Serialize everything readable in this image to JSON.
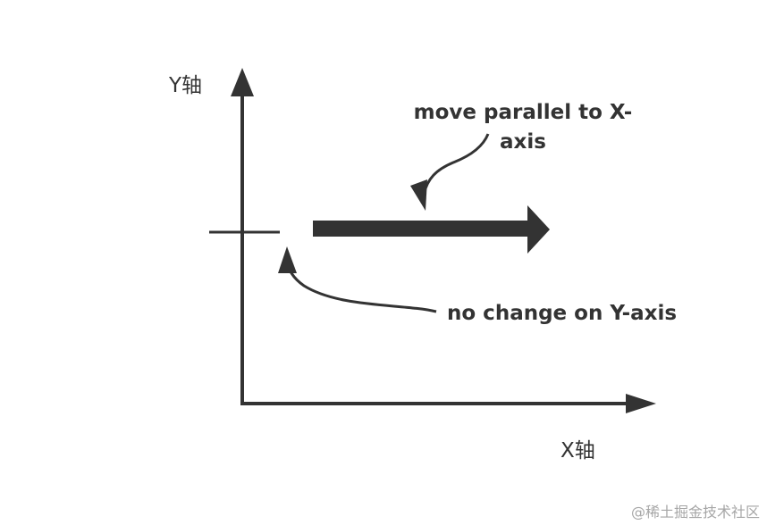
{
  "diagram": {
    "y_axis_label": "Y轴",
    "x_axis_label": "X轴",
    "annotation_parallel_line1": "move parallel to X-",
    "annotation_parallel_line2": "axis",
    "annotation_no_change": "no change on Y-axis"
  },
  "watermark": "@稀土掘金技术社区",
  "colors": {
    "ink": "#333333",
    "watermark": "#a6a6a6",
    "background": "#ffffff"
  }
}
